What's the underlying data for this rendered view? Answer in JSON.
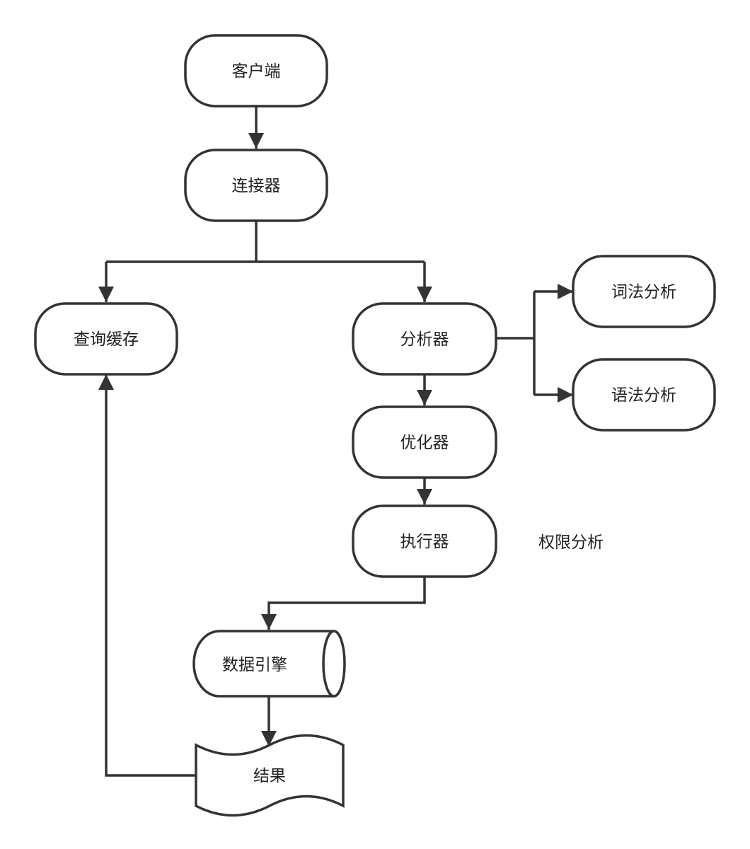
{
  "nodes": {
    "client": "客户端",
    "connector": "连接器",
    "query_cache": "查询缓存",
    "analyzer": "分析器",
    "lexical": "词法分析",
    "syntax": "语法分析",
    "optimizer": "优化器",
    "executor": "执行器",
    "permission_note": "权限分析",
    "data_engine": "数据引擎",
    "result": "结果"
  },
  "colors": {
    "stroke": "#333333",
    "fill": "#ffffff",
    "text": "#222222"
  }
}
